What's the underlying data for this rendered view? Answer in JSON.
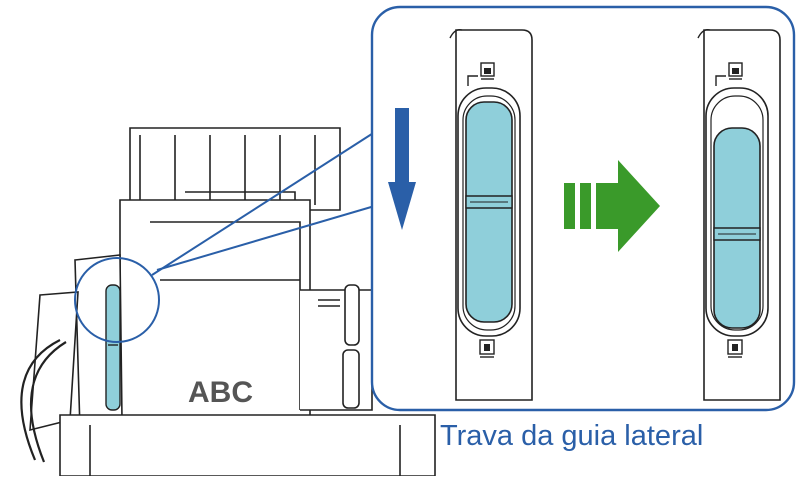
{
  "caption": "Trava da guia lateral",
  "document_text": "ABC",
  "colors": {
    "callout_border": "#2a5fa8",
    "down_arrow": "#2a5fa8",
    "step_arrow": "#3a9a2a",
    "lock_fill": "#8fcfda",
    "outline": "#222222"
  },
  "icons": [
    "lock-closed-icon",
    "lock-open-icon",
    "down-arrow",
    "transition-arrow"
  ]
}
